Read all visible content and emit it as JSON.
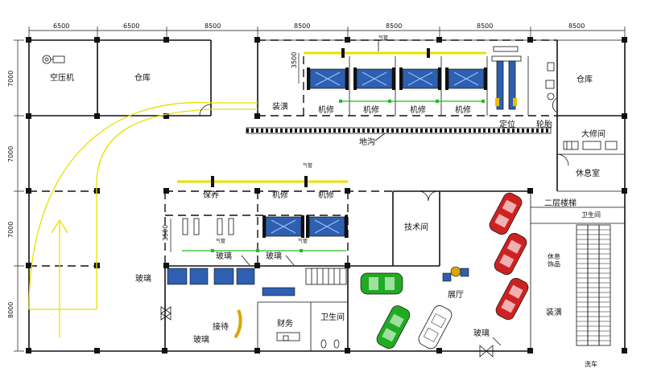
{
  "dimensions": {
    "top": [
      "6500",
      "6500",
      "8500",
      "8500",
      "8500",
      "8500",
      "8500"
    ],
    "left": [
      "7000",
      "7000",
      "7000",
      "8000"
    ],
    "lift": [
      "3500",
      "3500"
    ]
  },
  "rooms": {
    "compressor": "空压机",
    "warehouse_left": "仓库",
    "warehouse_right": "仓库",
    "paint_top": "装潢",
    "repair": "机修",
    "alignment": "定位",
    "tire": "轮胎",
    "trench": "地沟",
    "major_repair": "大修间",
    "lounge": "休息室",
    "stairs": "二层楼梯",
    "wc_right": "卫生间",
    "maintenance": "保养",
    "tech_room": "技术间",
    "showroom": "展厅",
    "decor_goods": "休息\n饰品",
    "paint_right": "装潢",
    "reception": "接待",
    "finance": "财务",
    "wc_bottom": "卫生间",
    "car_wash": "洗车",
    "glass": "玻璃",
    "hose": "气管"
  }
}
